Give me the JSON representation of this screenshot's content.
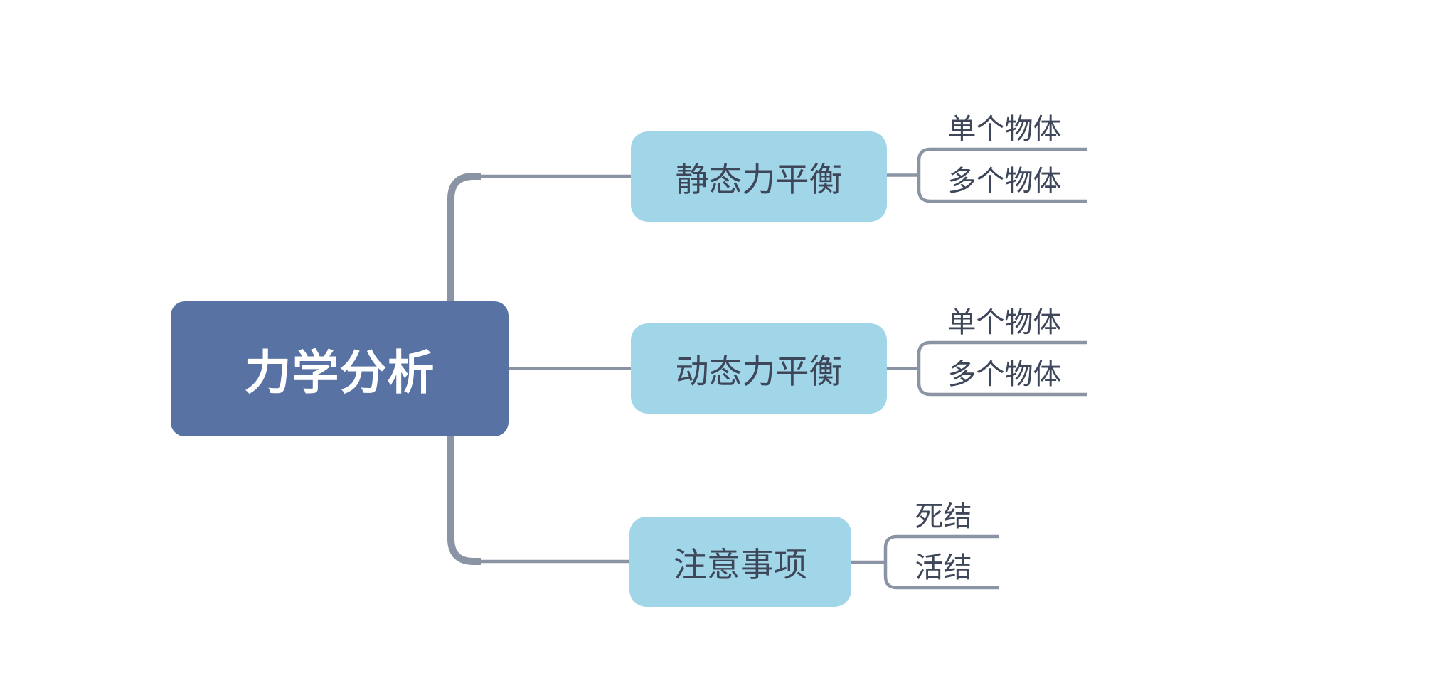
{
  "colors": {
    "root_fill": "#5873A3",
    "root_text": "#FFFFFF",
    "branch_fill": "#A1D6E8",
    "node_text": "#3E4759",
    "connector_line": "#8B94A4",
    "background": "#FFFFFF"
  },
  "mindmap": {
    "root": {
      "label": "力学分析"
    },
    "branches": [
      {
        "label": "静态力平衡",
        "children": [
          {
            "label": "单个物体"
          },
          {
            "label": "多个物体"
          }
        ]
      },
      {
        "label": "动态力平衡",
        "children": [
          {
            "label": "单个物体"
          },
          {
            "label": "多个物体"
          }
        ]
      },
      {
        "label": "注意事项",
        "children": [
          {
            "label": "死结"
          },
          {
            "label": "活结"
          }
        ]
      }
    ]
  }
}
